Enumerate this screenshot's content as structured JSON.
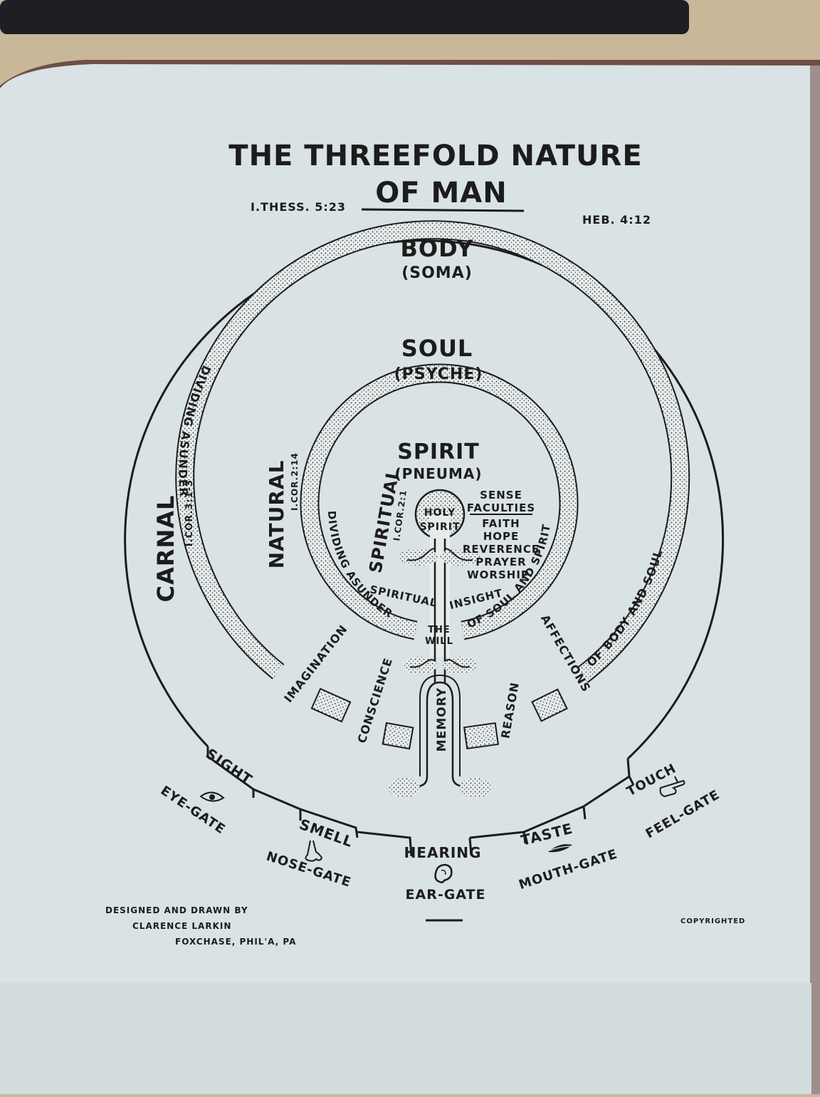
{
  "header": {
    "title_line1": "THE THREEFOLD NATURE",
    "title_line2": "OF MAN",
    "ref_left": "I.THESS. 5:23",
    "ref_right": "HEB. 4:12"
  },
  "rings": {
    "body": {
      "name": "BODY",
      "greek": "(SOMA)"
    },
    "soul": {
      "name": "SOUL",
      "greek": "(PSYCHE)"
    },
    "spirit": {
      "name": "SPIRIT",
      "greek": "(PNEUMA)"
    }
  },
  "center": {
    "holy_line1": "HOLY",
    "holy_line2": "SPIRIT",
    "will_line1": "THE",
    "will_line2": "WILL"
  },
  "states": {
    "carnal": "CARNAL",
    "carnal_ref": "I.COR.3:1-3",
    "natural": "NATURAL",
    "natural_ref": "I.COR.2:14",
    "spiritual": "SPIRITUAL",
    "spiritual_ref": "I.COR.2:1"
  },
  "dividing": {
    "outer_left": "DIVIDING ASUNDER",
    "outer_right": "OF BODY AND SOUL",
    "inner_left": "DIVIDING ASUNDER",
    "inner_right": "OF SOUL AND SPIRIT"
  },
  "spirit_faculties": [
    "SENSE",
    "FACULTIES",
    "FAITH",
    "HOPE",
    "REVERENCE",
    "PRAYER",
    "WORSHIP"
  ],
  "insight": {
    "left": "SPIRITUAL",
    "right": "INSIGHT"
  },
  "soul_faculties": {
    "imagination": "IMAGINATION",
    "conscience": "CONSCIENCE",
    "memory": "MEMORY",
    "reason": "REASON",
    "affections": "AFFECTIONS"
  },
  "senses": [
    {
      "sense": "SIGHT",
      "gate": "EYE-GATE",
      "icon": "eye-icon"
    },
    {
      "sense": "SMELL",
      "gate": "NOSE-GATE",
      "icon": "nose-icon"
    },
    {
      "sense": "HEARING",
      "gate": "EAR-GATE",
      "icon": "ear-icon"
    },
    {
      "sense": "TASTE",
      "gate": "MOUTH-GATE",
      "icon": "mouth-icon"
    },
    {
      "sense": "TOUCH",
      "gate": "FEEL-GATE",
      "icon": "hand-icon"
    }
  ],
  "credits": {
    "line1": "DESIGNED AND DRAWN BY",
    "line2": "CLARENCE LARKIN",
    "line3": "FOXCHASE, PHIL'A, PA",
    "copyright": "COPYRIGHTED"
  },
  "colors": {
    "page": "#d9e2e4",
    "ink": "#1c1c1c",
    "desk": "#c9b79a",
    "shade": "#9c9990"
  }
}
